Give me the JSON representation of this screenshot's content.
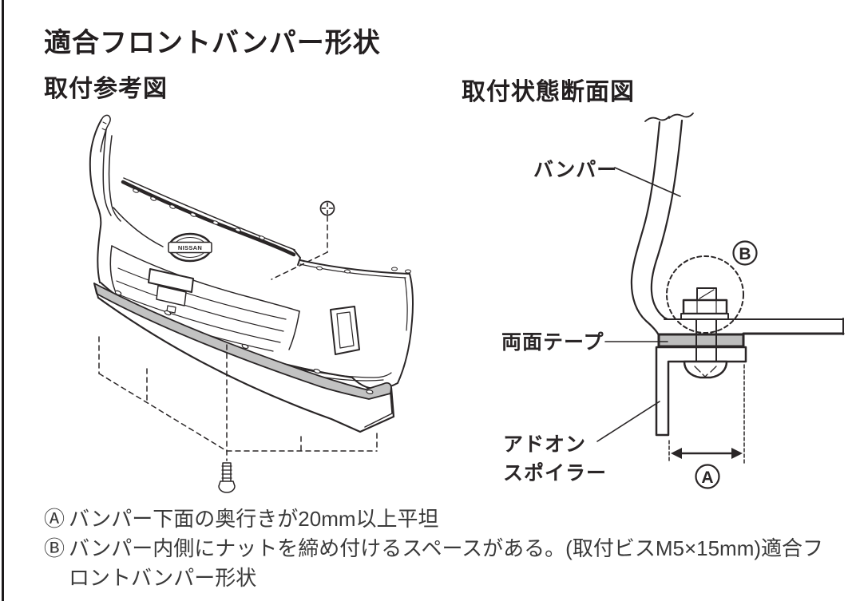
{
  "page": {
    "title": "適合フロントバンパー形状",
    "figures": [
      {
        "heading": "取付参考図",
        "badge": "NISSAN"
      },
      {
        "heading": "取付状態断面図",
        "labels": {
          "bumper": "バンパー",
          "tape": "両面テープ",
          "spoiler1": "アドオン",
          "spoiler2": "スポイラー"
        },
        "callouts": {
          "a": "A",
          "b": "B"
        }
      }
    ],
    "notes": [
      {
        "marker": "Ⓐ",
        "text": "バンパー下面の奥行きが20mm以上平坦"
      },
      {
        "marker": "Ⓑ",
        "text": "バンパー内側にナットを締め付けるスペースがある。(取付ビスM5×15mm)適合フ"
      },
      {
        "marker": "",
        "text": "ロントバンパー形状"
      }
    ],
    "colors": {
      "line": "#2a2627",
      "tape": "#bdbdbd"
    }
  }
}
